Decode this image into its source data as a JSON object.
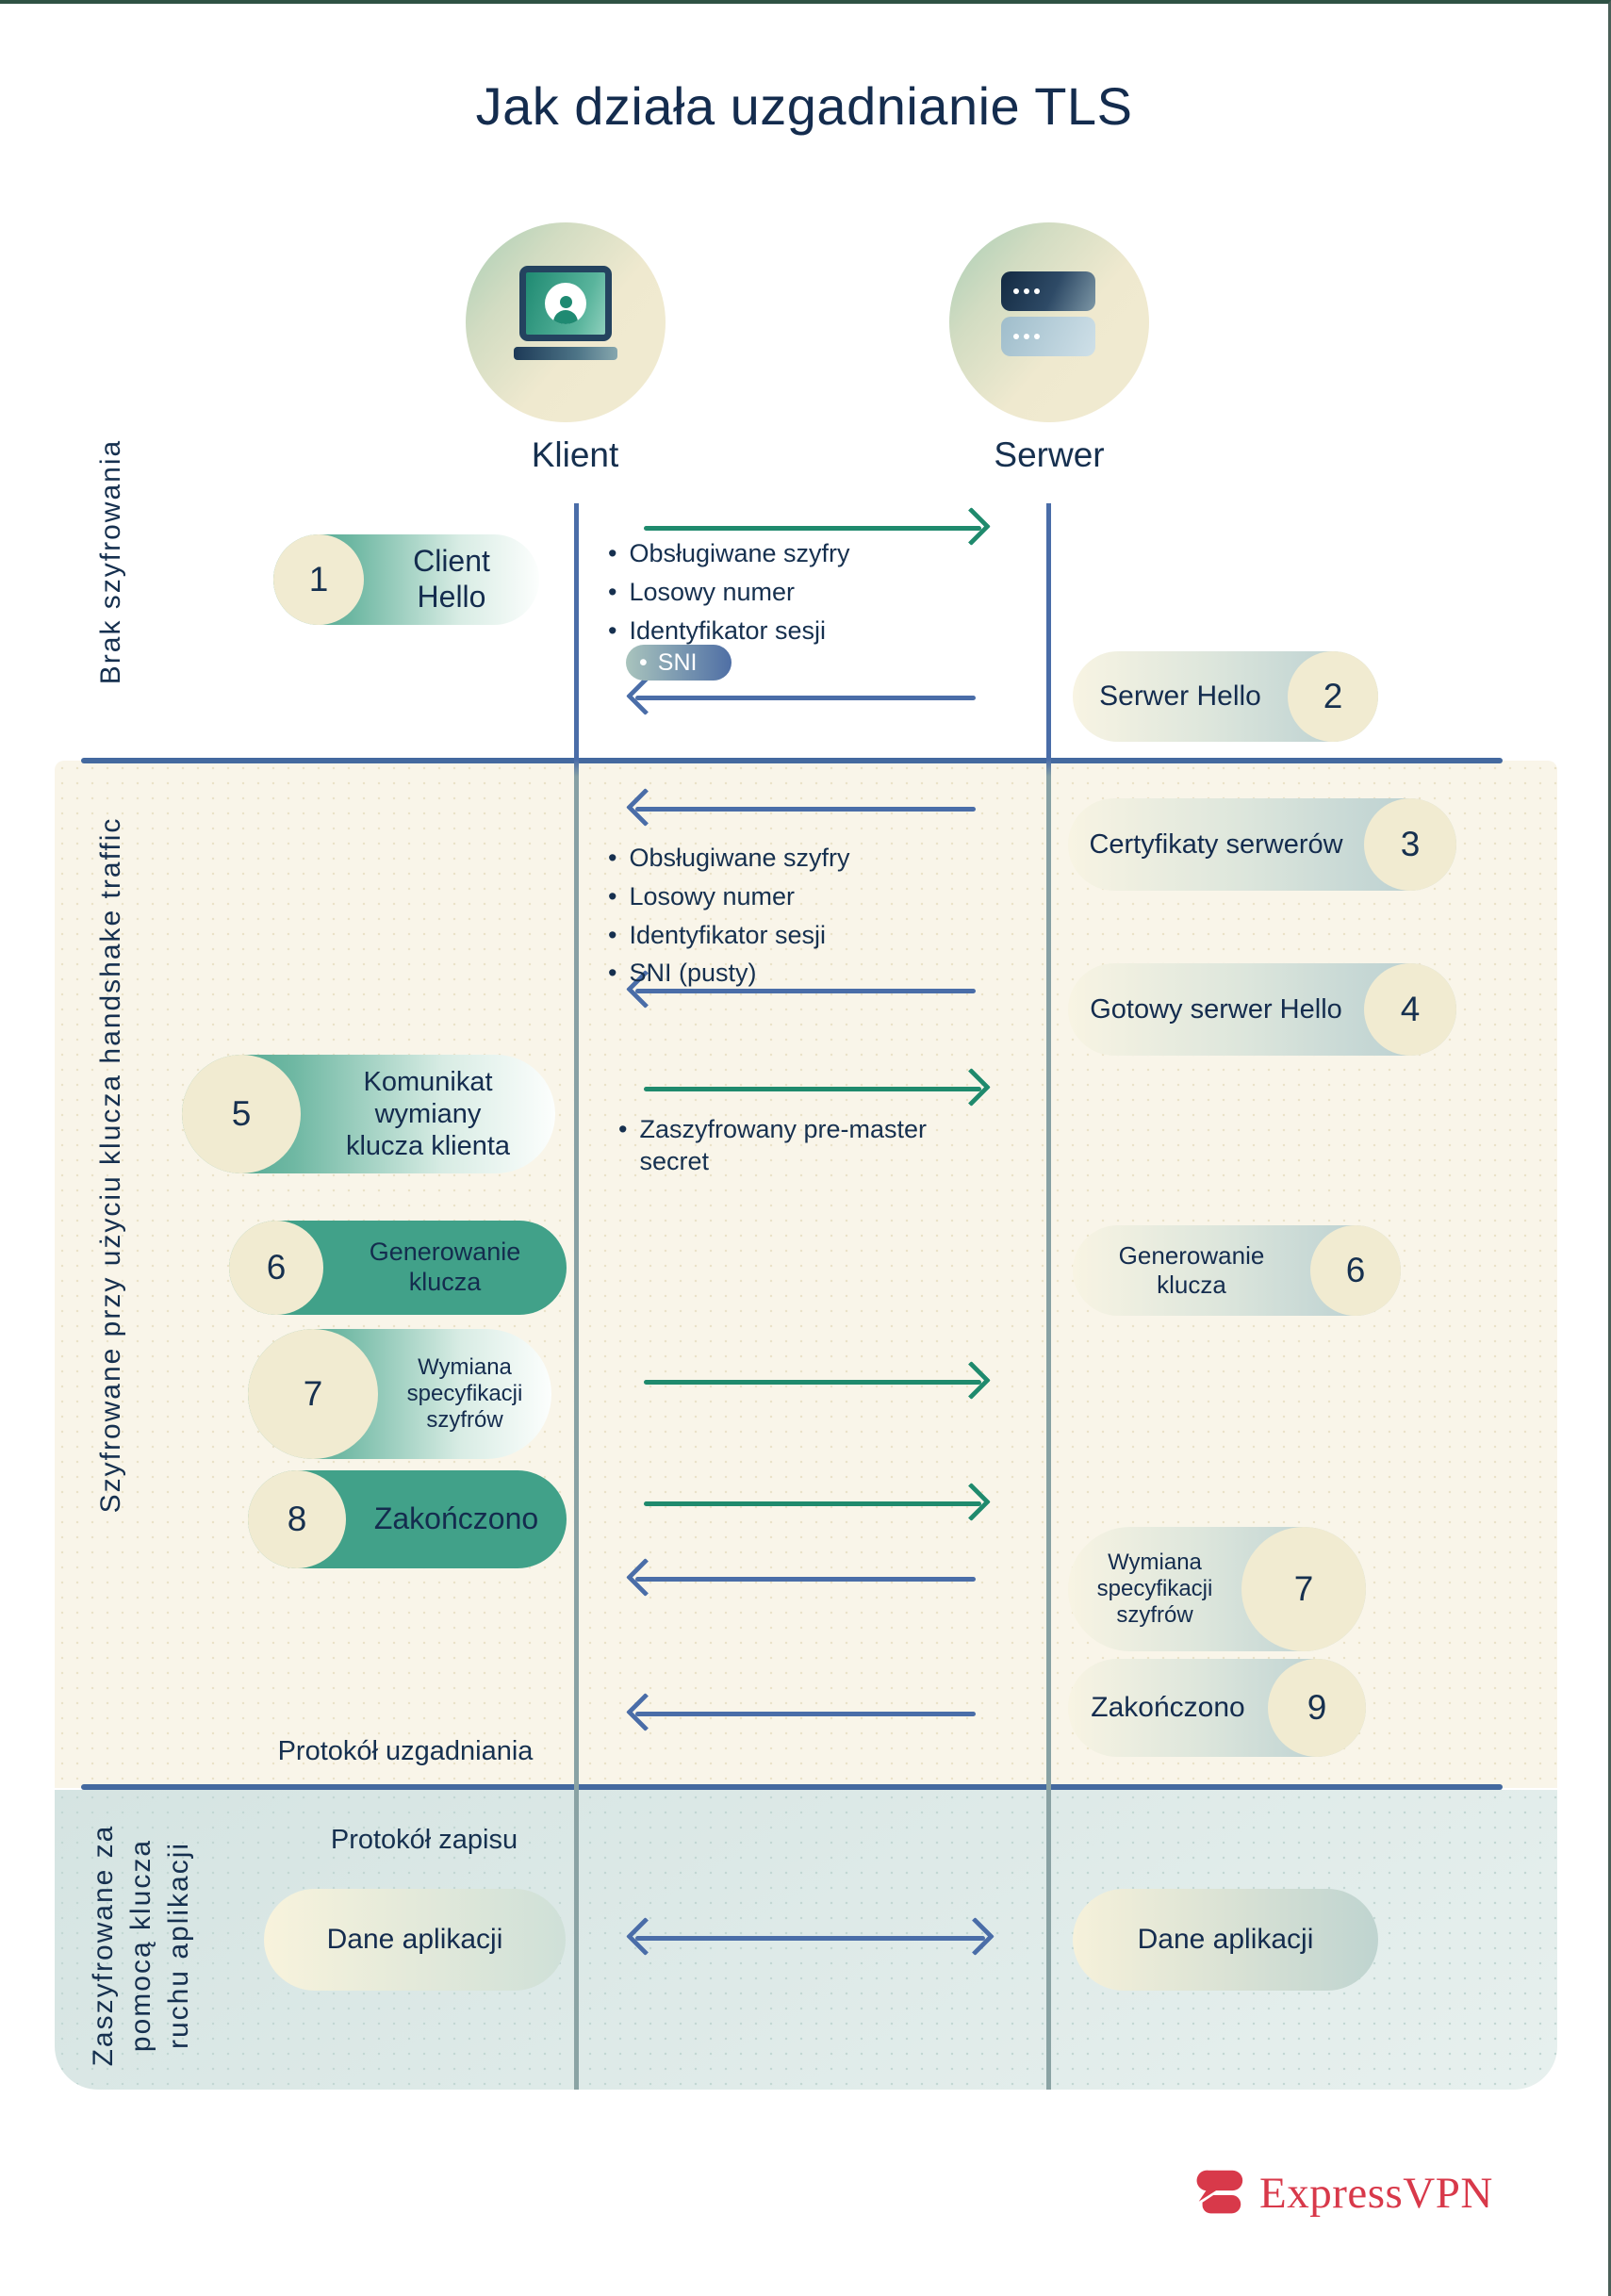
{
  "title": "Jak działa uzgadnianie TLS",
  "actors": {
    "client": "Klient",
    "server": "Serwer"
  },
  "side_labels": {
    "no_encryption": "Brak szyfrowania",
    "handshake_key": "Szyfrowane przy użyciu klucza handshake traffic",
    "app_key": "Zaszyfrowane za\npomocą klucza\nruchu aplikacji"
  },
  "steps": {
    "client_hello": {
      "num": "1",
      "label": "Client Hello"
    },
    "server_hello": {
      "num": "2",
      "label": "Serwer Hello"
    },
    "certificates": {
      "num": "3",
      "label": "Certyfikaty serwerów"
    },
    "server_hello_done": {
      "num": "4",
      "label": "Gotowy serwer Hello"
    },
    "client_key_exchange": {
      "num": "5",
      "label": "Komunikat wymiany\nklucza klienta"
    },
    "key_generation_client": {
      "num": "6",
      "label": "Generowanie klucza"
    },
    "key_generation_server": {
      "num": "6",
      "label": "Generowanie klucza"
    },
    "change_cipher_client": {
      "num": "7",
      "label": "Wymiana\nspecyfikacji\nszyfrów"
    },
    "finished_client": {
      "num": "8",
      "label": "Zakończono"
    },
    "change_cipher_server": {
      "num": "7",
      "label": "Wymiana\nspecyfikacji\nszyfrów"
    },
    "finished_server": {
      "num": "9",
      "label": "Zakończono"
    },
    "app_data_client": {
      "label": "Dane aplikacji"
    },
    "app_data_server": {
      "label": "Dane aplikacji"
    }
  },
  "messages": {
    "client_hello_details": {
      "bullets": [
        "Obsługiwane szyfry",
        "Losowy numer",
        "Identyfikator sesji"
      ],
      "sni": "SNI"
    },
    "server_hello_details": {
      "bullets": [
        "Obsługiwane szyfry",
        "Losowy numer",
        "Identyfikator sesji",
        "SNI (pusty)"
      ]
    },
    "key_exchange_details": {
      "bullets": [
        "Zaszyfrowany pre-master secret"
      ]
    }
  },
  "protocol_labels": {
    "handshake": "Protokół uzgadniania",
    "record": "Protokół zapisu"
  },
  "footer": {
    "brand": "ExpressVPN"
  },
  "colors": {
    "navy_text": "#16304f",
    "green_arrow": "#1f8a6d",
    "blue_arrow": "#4a6da8",
    "divider_blue": "#44699f",
    "teal_pill": "#41a189",
    "cream_circle": "#f1ebd1",
    "beige_band": "#f9f5e9",
    "blue_band": "#d5e4e2",
    "brand_red": "#d8394a"
  }
}
